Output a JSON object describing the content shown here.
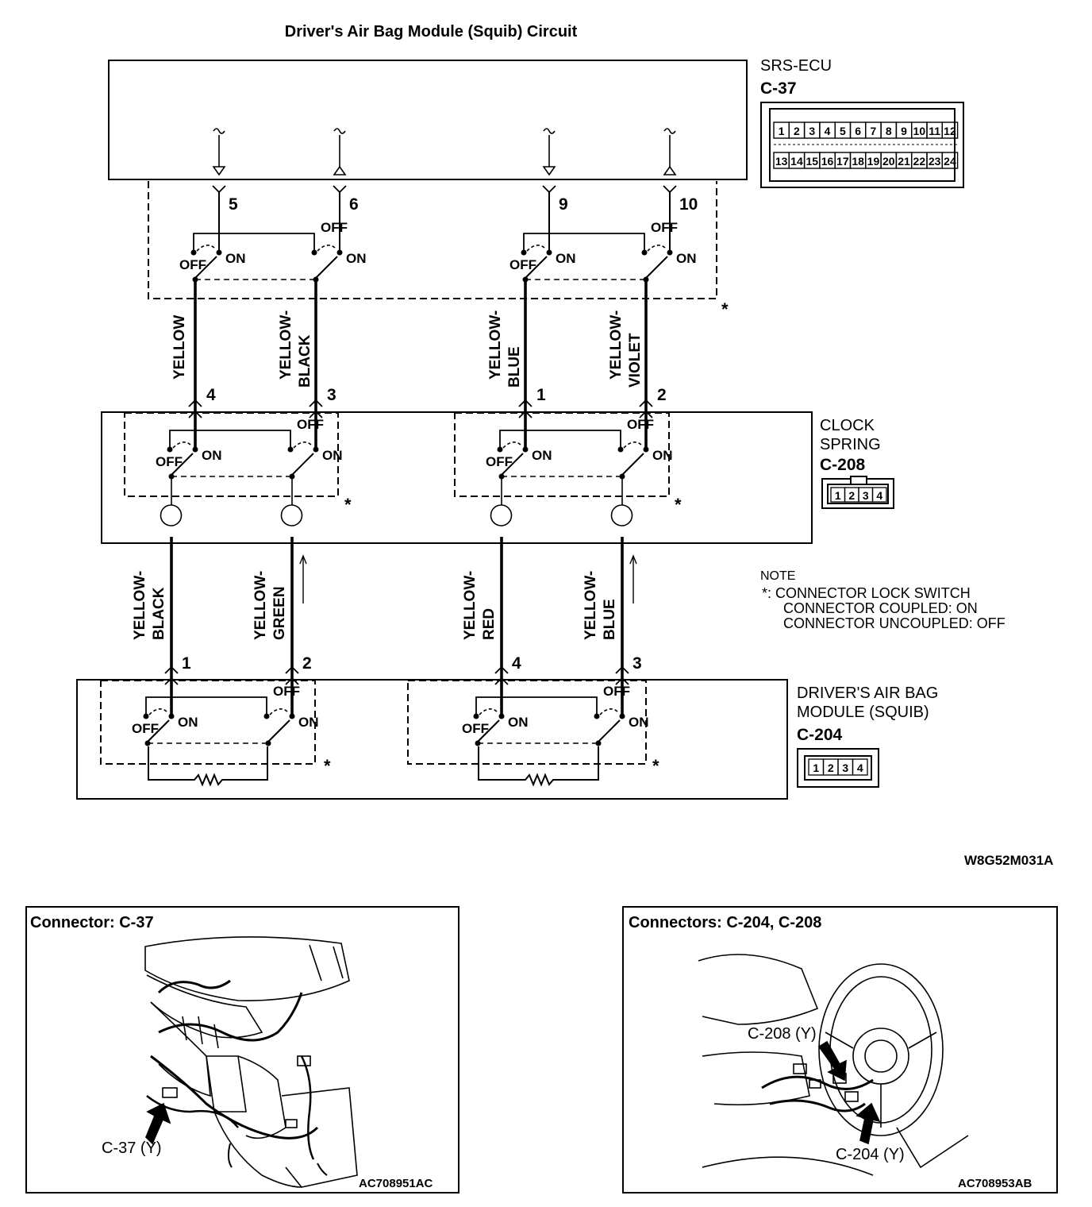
{
  "title": "Driver's Air Bag Module (Squib) Circuit",
  "ecu": {
    "name": "SRS-ECU",
    "connector": "C-37",
    "pins": [
      "5",
      "6",
      "9",
      "10"
    ]
  },
  "c37_face": {
    "top": [
      "1",
      "2",
      "3",
      "4",
      "5",
      "6",
      "7",
      "8",
      "9",
      "10",
      "11",
      "12"
    ],
    "bottom": [
      "13",
      "14",
      "15",
      "16",
      "17",
      "18",
      "19",
      "20",
      "21",
      "22",
      "23",
      "24"
    ]
  },
  "clock_spring": {
    "name_line1": "CLOCK",
    "name_line2": "SPRING",
    "connector": "C-208",
    "pins": [
      "4",
      "3",
      "1",
      "2"
    ],
    "face": [
      "1",
      "2",
      "3",
      "4"
    ]
  },
  "airbag": {
    "name_line1": "DRIVER'S AIR BAG",
    "name_line2": "MODULE (SQUIB)",
    "connector": "C-204",
    "pins": [
      "1",
      "2",
      "4",
      "3"
    ],
    "face": [
      "1",
      "2",
      "3",
      "4"
    ]
  },
  "wires_upper": [
    {
      "l1": "YELLOW",
      "l2": ""
    },
    {
      "l1": "YELLOW-",
      "l2": "BLACK"
    },
    {
      "l1": "YELLOW-",
      "l2": "BLUE"
    },
    {
      "l1": "YELLOW-",
      "l2": "VIOLET"
    }
  ],
  "wires_lower": [
    {
      "l1": "YELLOW-",
      "l2": "BLACK"
    },
    {
      "l1": "YELLOW-",
      "l2": "GREEN"
    },
    {
      "l1": "YELLOW-",
      "l2": "RED"
    },
    {
      "l1": "YELLOW-",
      "l2": "BLUE"
    }
  ],
  "switch": {
    "off": "OFF",
    "on": "ON",
    "star": "*"
  },
  "note": {
    "heading": "NOTE",
    "line1": "*: CONNECTOR LOCK SWITCH",
    "line2": "CONNECTOR COUPLED: ON",
    "line3": "CONNECTOR UNCOUPLED: OFF"
  },
  "drawing_code": "W8G52M031A",
  "panel_left": {
    "title": "Connector: C-37",
    "callout": "C-37 (Y)",
    "code": "AC708951AC"
  },
  "panel_right": {
    "title": "Connectors: C-204, C-208",
    "callout1": "C-208 (Y)",
    "callout2": "C-204 (Y)",
    "code": "AC708953AB"
  }
}
